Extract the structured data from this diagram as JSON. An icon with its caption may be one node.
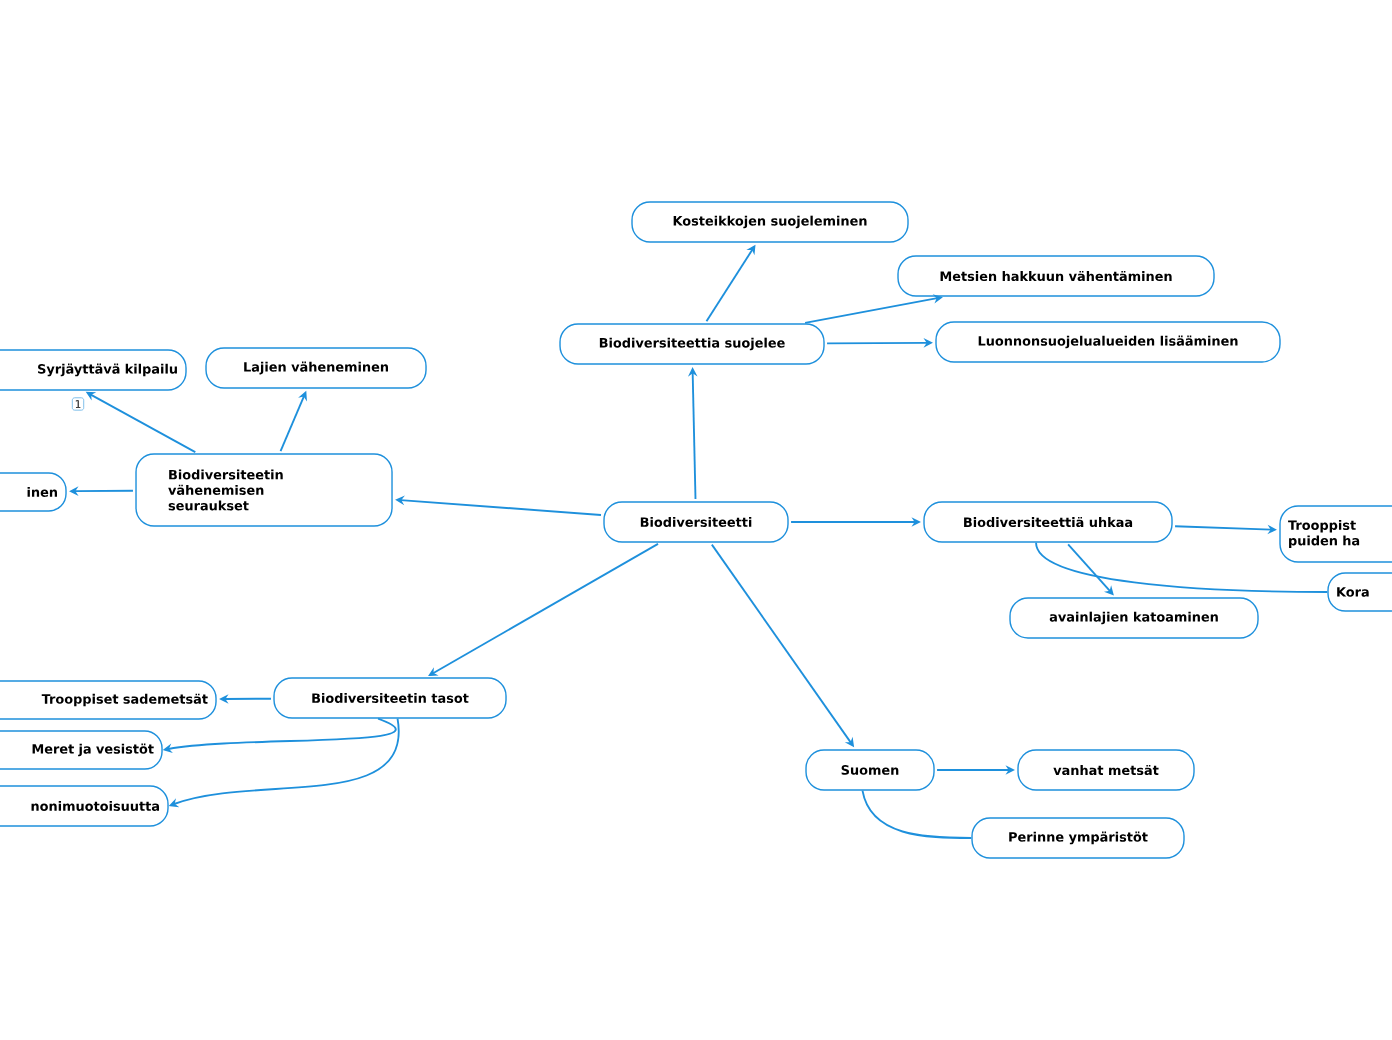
{
  "diagram": {
    "nodes": [
      {
        "text": [
          "Biodiversiteetti"
        ]
      },
      {
        "text": [
          "Biodiversiteettia suojelee"
        ]
      },
      {
        "text": [
          "Kosteikkojen suojeleminen"
        ]
      },
      {
        "text": [
          "Metsien hakkuun vähentäminen"
        ]
      },
      {
        "text": [
          "Luonnonsuojelualueiden lisääminen"
        ]
      },
      {
        "text": [
          "Biodiversiteettiä uhkaa"
        ]
      },
      {
        "text": [
          "Trooppist puiden ha"
        ]
      },
      {
        "text": [
          "Kora"
        ]
      },
      {
        "text": [
          "avainlajien katoaminen"
        ]
      },
      {
        "text": [
          "Suomen"
        ]
      },
      {
        "text": [
          "vanhat metsät"
        ]
      },
      {
        "text": [
          "Perinne ympäristöt"
        ]
      },
      {
        "text": [
          "Biodiversiteetin vähenemisen seuraukset"
        ]
      },
      {
        "text": [
          "Syrjäyttävä kilpailu"
        ]
      },
      {
        "text": [
          "Lajien väheneminen"
        ]
      },
      {
        "text": [
          "inen"
        ]
      },
      {
        "text": [
          "Biodiversiteetin tasot"
        ]
      },
      {
        "text": [
          "Trooppiset sademetsät"
        ]
      },
      {
        "text": [
          "Meret ja vesistöt"
        ]
      },
      {
        "text": [
          "nonimuotoisuutta"
        ]
      }
    ],
    "edges": [
      {
        "from": 0,
        "to": 1,
        "arrow": "to"
      },
      {
        "from": 1,
        "to": 2,
        "arrow": "to"
      },
      {
        "from": 1,
        "to": 3,
        "arrow": "to"
      },
      {
        "from": 1,
        "to": 4,
        "arrow": "to"
      },
      {
        "from": 0,
        "to": 5,
        "arrow": "to"
      },
      {
        "from": 5,
        "to": 6,
        "arrow": "to"
      },
      {
        "from": 5,
        "to": 7,
        "arrow": "none"
      },
      {
        "from": 5,
        "to": 8,
        "arrow": "to"
      },
      {
        "from": 0,
        "to": 9,
        "arrow": "to"
      },
      {
        "from": 9,
        "to": 10,
        "arrow": "to"
      },
      {
        "from": 9,
        "to": 11,
        "arrow": "none"
      },
      {
        "from": 0,
        "to": 12,
        "arrow": "to"
      },
      {
        "from": 12,
        "to": 13,
        "arrow": "to"
      },
      {
        "from": 12,
        "to": 14,
        "arrow": "to"
      },
      {
        "from": 12,
        "to": 15,
        "arrow": "to"
      },
      {
        "from": 0,
        "to": 16,
        "arrow": "to"
      },
      {
        "from": 16,
        "to": 17,
        "arrow": "to"
      },
      {
        "from": 16,
        "to": 18,
        "arrow": "to"
      },
      {
        "from": 16,
        "to": 19,
        "arrow": "to"
      }
    ],
    "labels": [
      "1"
    ]
  }
}
